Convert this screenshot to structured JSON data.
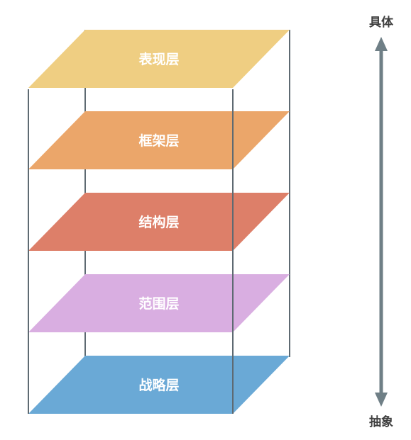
{
  "layers": [
    {
      "label": "表现层",
      "color": "#efce82"
    },
    {
      "label": "框架层",
      "color": "#eba66a"
    },
    {
      "label": "结构层",
      "color": "#dd7f69"
    },
    {
      "label": "范围层",
      "color": "#d9aee1"
    },
    {
      "label": "战略层",
      "color": "#6aa9d6"
    }
  ],
  "axis": {
    "top_label": "具体",
    "bottom_label": "抽象",
    "color": "#6f7f86"
  },
  "frame": {
    "color": "#5e6a72"
  }
}
